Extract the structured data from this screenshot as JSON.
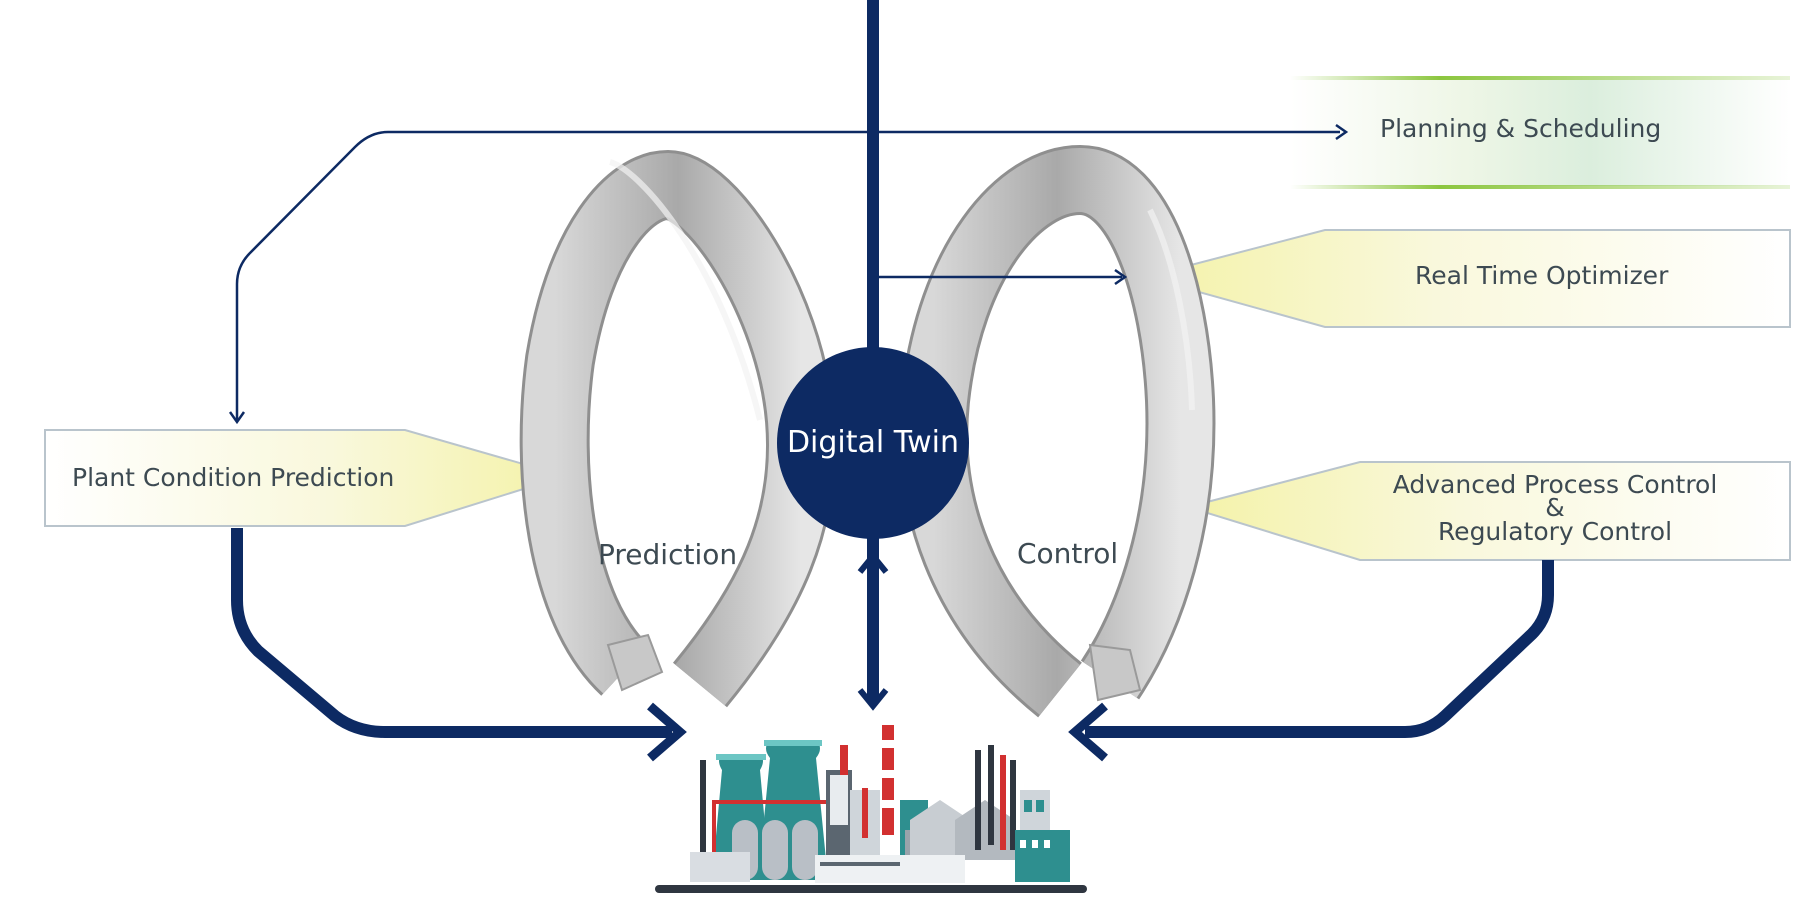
{
  "center": {
    "label": "Digital Twin"
  },
  "loops": {
    "left": "Prediction",
    "right": "Control"
  },
  "nodes": {
    "planning": "Planning & Scheduling",
    "rto": "Real Time Optimizer",
    "plant_condition": "Plant Condition Prediction",
    "apc_line1": "Advanced Process Control",
    "apc_amp": "&",
    "apc_line2": "Regulatory Control"
  },
  "colors": {
    "navy": "#0d2a63",
    "green": "#8cc63f",
    "callout": "#f6f4b2",
    "text": "#3d4a52"
  },
  "icons": [
    "factory-illustration",
    "arrow-right-icon",
    "arrow-left-icon",
    "arrow-up-down-icon",
    "arrow-down-icon"
  ]
}
